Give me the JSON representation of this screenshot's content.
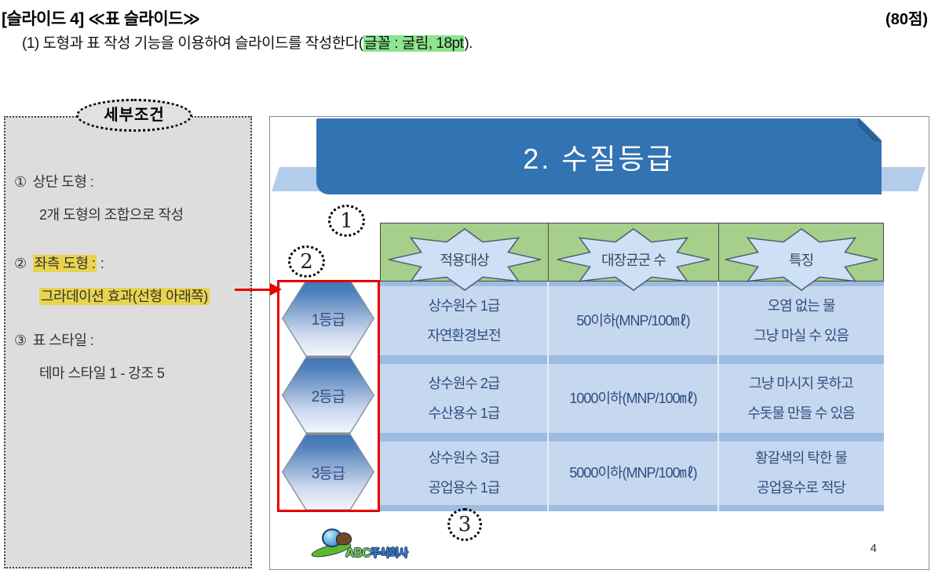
{
  "header": {
    "title": "[슬라이드 4] ≪표 슬라이드≫",
    "points": "(80점)",
    "instruction_prefix": "(1) 도형과 표 작성 기능을 이용하여 슬라이드를 작성한다(",
    "instruction_highlight": "글꼴 : 굴림, 18pt",
    "instruction_suffix": ")."
  },
  "conditions": {
    "title": "세부조건",
    "items": [
      {
        "num": "①",
        "line1": "상단 도형 :",
        "line2": "2개 도형의 조합으로 작성"
      },
      {
        "num": "②",
        "line1": "좌측 도형 :",
        "line2": "그라데이션 효과(선형 아래쪽)"
      },
      {
        "num": "③",
        "line1": "표 스타일 :",
        "line2": "테마 스타일 1 - 강조 5"
      }
    ]
  },
  "slide": {
    "title": "2. 수질등급",
    "page_number": "4",
    "annotations": {
      "a1": "1",
      "a2": "2",
      "a3": "3"
    },
    "hexagons": [
      "1등급",
      "2등급",
      "3등급"
    ],
    "logo": {
      "abc": "ABC",
      "rest": "주식회사"
    },
    "table": {
      "headers": [
        "적용대상",
        "대장균군 수",
        "특징"
      ],
      "rows": [
        {
          "col1": [
            "상수원수 1급",
            "자연환경보전"
          ],
          "col2": "50이하(MNP/100㎖)",
          "col3": [
            "오염 없는 물",
            "그냥 마실 수 있음"
          ]
        },
        {
          "col1": [
            "상수원수 2급",
            "수산용수 1급"
          ],
          "col2": "1000이하(MNP/100㎖)",
          "col3": [
            "그냥 마시지 못하고",
            "수돗물 만들 수 있음"
          ]
        },
        {
          "col1": [
            "상수원수 3급",
            "공업용수 1급"
          ],
          "col2": "5000이하(MNP/100㎖)",
          "col3": [
            "황갈색의 탁한 물",
            "공업용수로 적당"
          ]
        }
      ]
    }
  },
  "colors": {
    "title_box_blue": "#3273b4",
    "ribbon_blue": "#b3cce9",
    "header_green": "#a6cf8c",
    "row_blue": "#c6d8f0",
    "band_blue": "#9dbce2",
    "annotation_red": "#e60000",
    "highlight_yellow": "#e8d44f",
    "highlight_green": "#8de58d"
  }
}
